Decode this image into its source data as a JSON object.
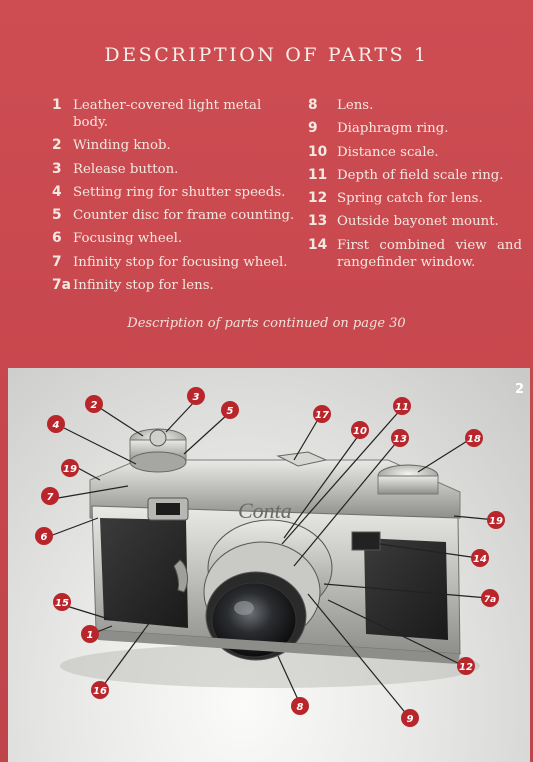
{
  "header": {
    "title": "DESCRIPTION OF PARTS 1"
  },
  "parts_left": [
    {
      "num": "1",
      "text": "Leather-covered light metal body."
    },
    {
      "num": "2",
      "text": "Winding knob."
    },
    {
      "num": "3",
      "text": "Release button."
    },
    {
      "num": "4",
      "text": "Setting ring for shutter speeds."
    },
    {
      "num": "5",
      "text": "Counter disc for frame counting."
    },
    {
      "num": "6",
      "text": "Focusing wheel."
    },
    {
      "num": "7",
      "text": "Infinity stop for focusing wheel."
    },
    {
      "num": "7a",
      "text": "Infinity stop for lens."
    }
  ],
  "parts_right": [
    {
      "num": "8",
      "text": "Lens."
    },
    {
      "num": "9",
      "text": "Diaphragm ring."
    },
    {
      "num": "10",
      "text": "Distance scale."
    },
    {
      "num": "11",
      "text": "Depth of field scale ring."
    },
    {
      "num": "12",
      "text": "Spring catch for lens."
    },
    {
      "num": "13",
      "text": "Outside bayonet mount."
    },
    {
      "num": "14",
      "text": "First combined view and rangefinder window."
    }
  ],
  "continuation": "Description of parts continued on page 30",
  "figure": {
    "number": "2",
    "engraving": "Conta",
    "callouts": [
      "2",
      "3",
      "5",
      "4",
      "19",
      "7",
      "6",
      "15",
      "1",
      "16",
      "17",
      "11",
      "10",
      "13",
      "18",
      "19",
      "14",
      "7a",
      "12",
      "8",
      "9"
    ]
  },
  "colors": {
    "background": "#c94a4f",
    "text": "#f3e8e0",
    "callout": "#b8262b"
  }
}
